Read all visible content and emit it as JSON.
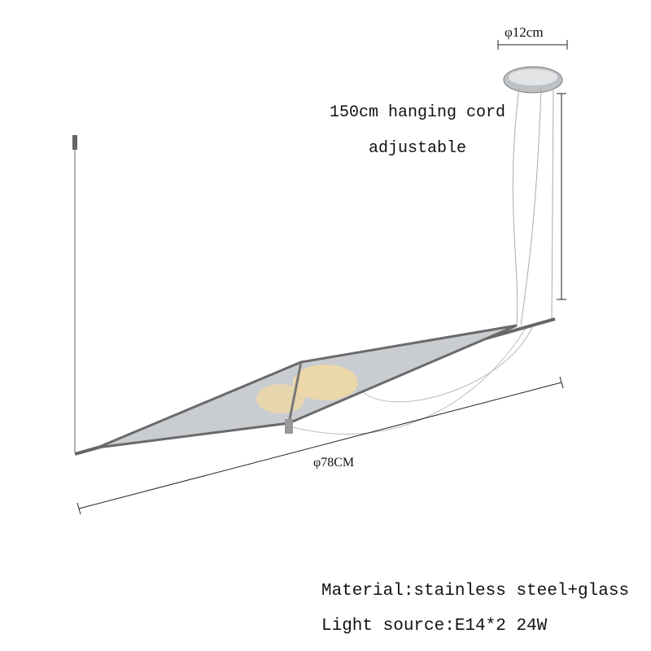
{
  "dimensions": {
    "canopy_diameter": "φ12cm",
    "cord_length_line1": "150cm hanging cord",
    "cord_length_line2": "adjustable",
    "lamp_length": "φ78CM"
  },
  "specs": {
    "material": "Material:stainless steel+glass",
    "light_source": "Light source:E14*2 24W"
  },
  "colors": {
    "metal": "#8a8a8a",
    "glass": "#c9ccd0",
    "glow": "#f4d9a0"
  }
}
